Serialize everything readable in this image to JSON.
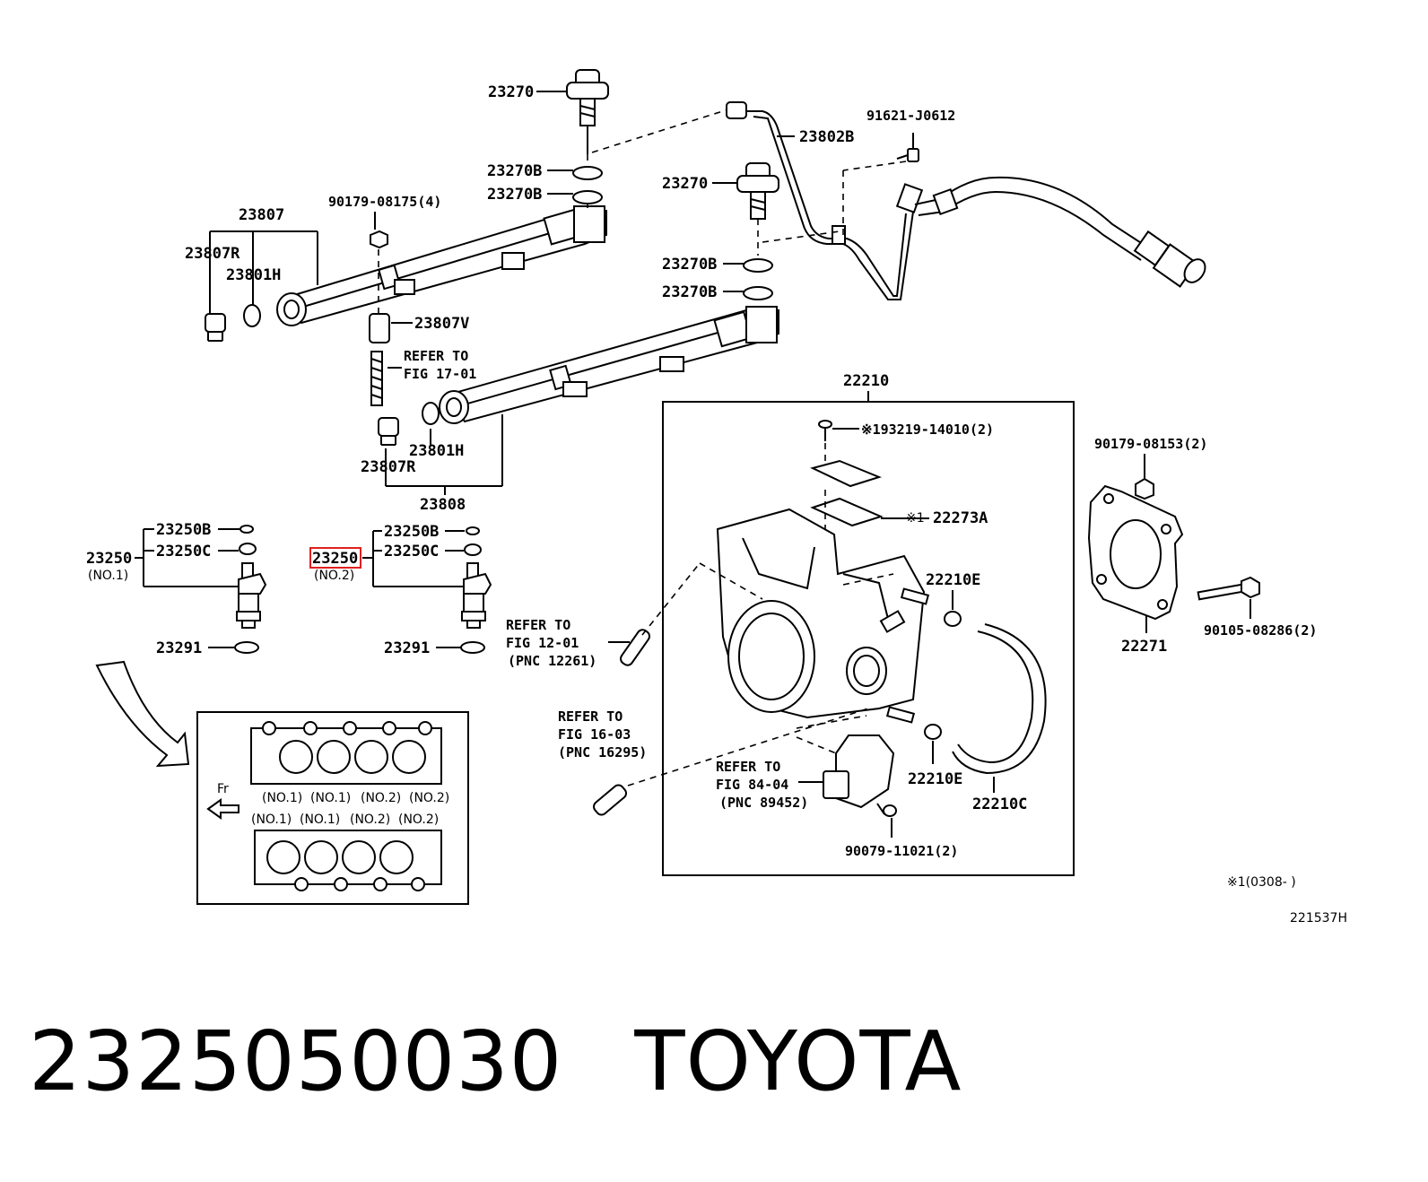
{
  "labels": {
    "p23270_top": "23270",
    "p23270b_1": "23270B",
    "p23270b_2": "23270B",
    "p23807": "23807",
    "p90179_08175": "90179-08175(4)",
    "p23807r_1": "23807R",
    "p23801h_1": "23801H",
    "p23807v": "23807V",
    "refer_17_01_a": "REFER TO",
    "refer_17_01_b": "FIG 17-01",
    "p23807r_2": "23807R",
    "p23801h_2": "23801H",
    "p23808": "23808",
    "p23802b": "23802B",
    "p91621": "91621-J0612",
    "p23270_mid": "23270",
    "p23270b_3": "23270B",
    "p23270b_4": "23270B",
    "p22210": "22210",
    "p193219": "※193219-14010(2)",
    "p22273a_mark": "※1",
    "p22273a": "22273A",
    "p22210e_1": "22210E",
    "p22210e_2": "22210E",
    "p22210c": "22210C",
    "refer_84_04_a": "REFER TO",
    "refer_84_04_b": "FIG 84-04",
    "refer_84_04_c": "(PNC 89452)",
    "p90079": "90079-11021(2)",
    "p90179_08153": "90179-08153(2)",
    "p22271": "22271",
    "p90105": "90105-08286(2)",
    "refer_12_01_a": "REFER TO",
    "refer_12_01_b": "FIG 12-01",
    "refer_12_01_c": "(PNC 12261)",
    "refer_16_03_a": "REFER TO",
    "refer_16_03_b": "FIG 16-03",
    "refer_16_03_c": "(PNC 16295)",
    "p23250_1": "23250",
    "no1": "(NO.1)",
    "p23250b_1": "23250B",
    "p23250c_1": "23250C",
    "p23291_1": "23291",
    "p23250_2": "23250",
    "no2": "(NO.2)",
    "p23250b_2": "23250B",
    "p23250c_2": "23250C",
    "p23291_2": "23291",
    "fr": "Fr",
    "inset_row1_1": "(NO.1)",
    "inset_row1_2": "(NO.1)",
    "inset_row1_3": "(NO.2)",
    "inset_row1_4": "(NO.2)",
    "inset_row2_1": "(NO.1)",
    "inset_row2_2": "(NO.1)",
    "inset_row2_3": "(NO.2)",
    "inset_row2_4": "(NO.2)",
    "footnote": "※1(0308-      )",
    "diagram_code": "221537H"
  },
  "caption": {
    "part_number": "2325050030",
    "brand": "TOYOTA"
  },
  "colors": {
    "highlight": "#e02020",
    "ink": "#000000"
  }
}
